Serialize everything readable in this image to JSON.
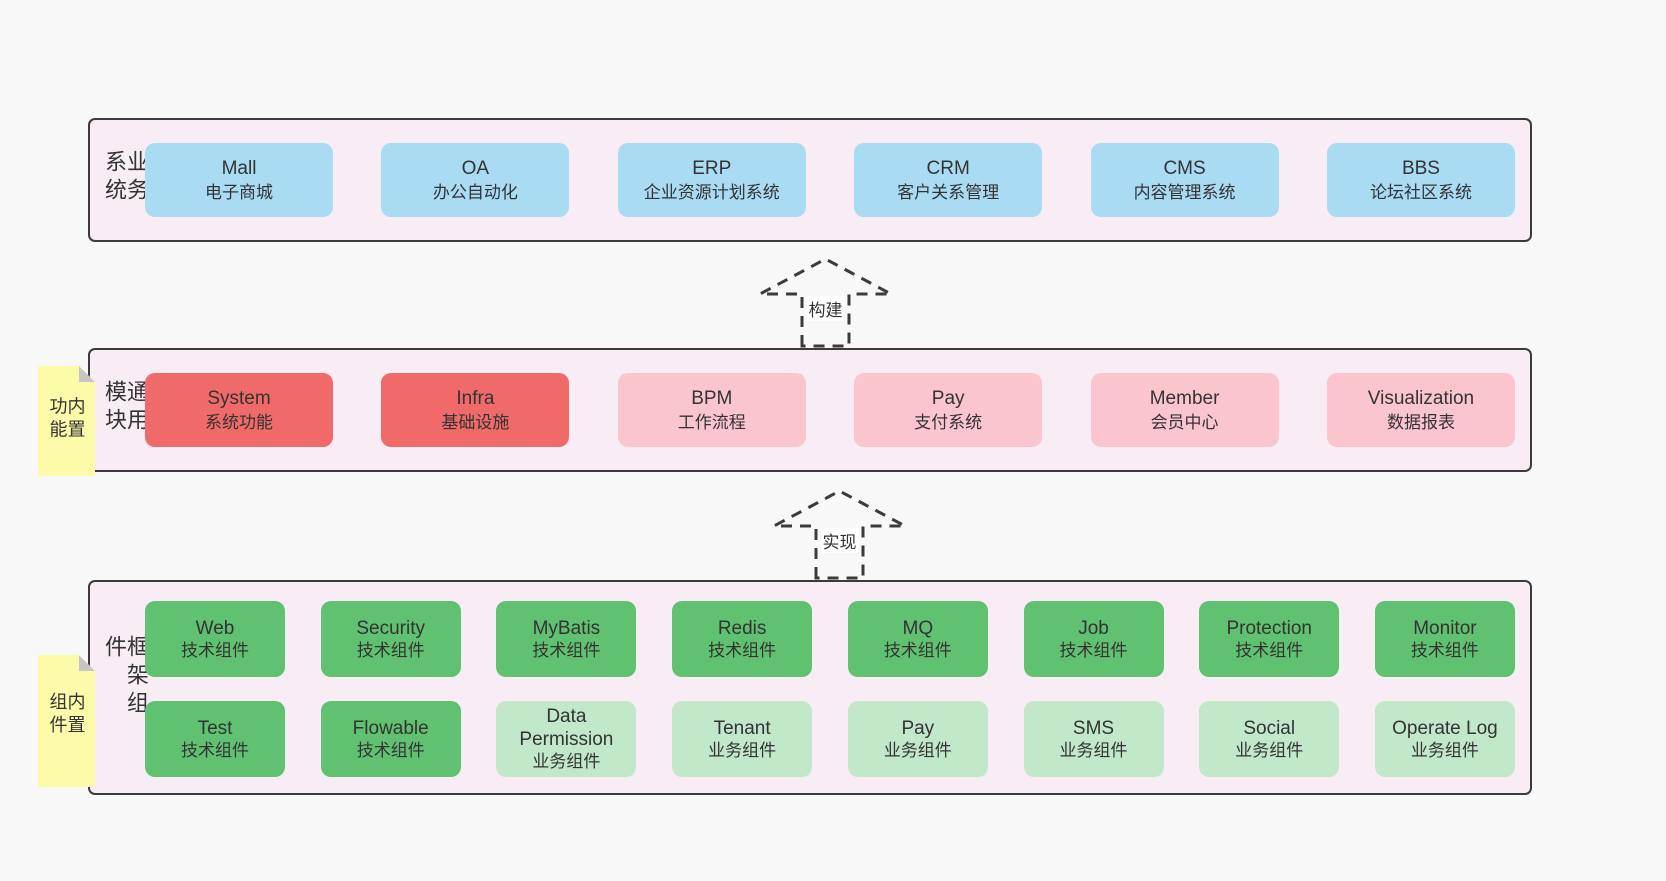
{
  "colors": {
    "page_bg": "#f8f8f8",
    "panel_bg": "#f8edf5",
    "panel_border": "#3b3b3b",
    "blue_box": "#a9dbf3",
    "red_box": "#f16a6a",
    "pink_box": "#fbc5cf",
    "green_box": "#60c270",
    "light_green_box": "#c2e8ca",
    "sticky_bg": "#fbfbaa",
    "sticky_fold": "#c6c6c6",
    "text": "#333333"
  },
  "sections": {
    "business": {
      "label": "业务系统",
      "boxes": [
        {
          "en": "Mall",
          "zh": "电子商城"
        },
        {
          "en": "OA",
          "zh": "办公自动化"
        },
        {
          "en": "ERP",
          "zh": "企业资源计划系统"
        },
        {
          "en": "CRM",
          "zh": "客户关系管理"
        },
        {
          "en": "CMS",
          "zh": "内容管理系统"
        },
        {
          "en": "BBS",
          "zh": "论坛社区系统"
        }
      ]
    },
    "modules": {
      "label": "通用模块",
      "sticky": "内置功能",
      "boxes": [
        {
          "en": "System",
          "zh": "系统功能"
        },
        {
          "en": "Infra",
          "zh": "基础设施"
        },
        {
          "en": "BPM",
          "zh": "工作流程"
        },
        {
          "en": "Pay",
          "zh": "支付系统"
        },
        {
          "en": "Member",
          "zh": "会员中心"
        },
        {
          "en": "Visualization",
          "zh": "数据报表"
        }
      ]
    },
    "framework": {
      "label": "框架组件",
      "sticky": "内置组件",
      "row1": [
        {
          "en": "Web",
          "zh": "技术组件"
        },
        {
          "en": "Security",
          "zh": "技术组件"
        },
        {
          "en": "MyBatis",
          "zh": "技术组件"
        },
        {
          "en": "Redis",
          "zh": "技术组件"
        },
        {
          "en": "MQ",
          "zh": "技术组件"
        },
        {
          "en": "Job",
          "zh": "技术组件"
        },
        {
          "en": "Protection",
          "zh": "技术组件"
        },
        {
          "en": "Monitor",
          "zh": "技术组件"
        }
      ],
      "row2": [
        {
          "en": "Test",
          "zh": "技术组件"
        },
        {
          "en": "Flowable",
          "zh": "技术组件"
        },
        {
          "en": "Data Permission",
          "zh": "业务组件"
        },
        {
          "en": "Tenant",
          "zh": "业务组件"
        },
        {
          "en": "Pay",
          "zh": "业务组件"
        },
        {
          "en": "SMS",
          "zh": "业务组件"
        },
        {
          "en": "Social",
          "zh": "业务组件"
        },
        {
          "en": "Operate Log",
          "zh": "业务组件"
        }
      ]
    }
  },
  "arrows": {
    "build": "构建",
    "implement": "实现"
  }
}
